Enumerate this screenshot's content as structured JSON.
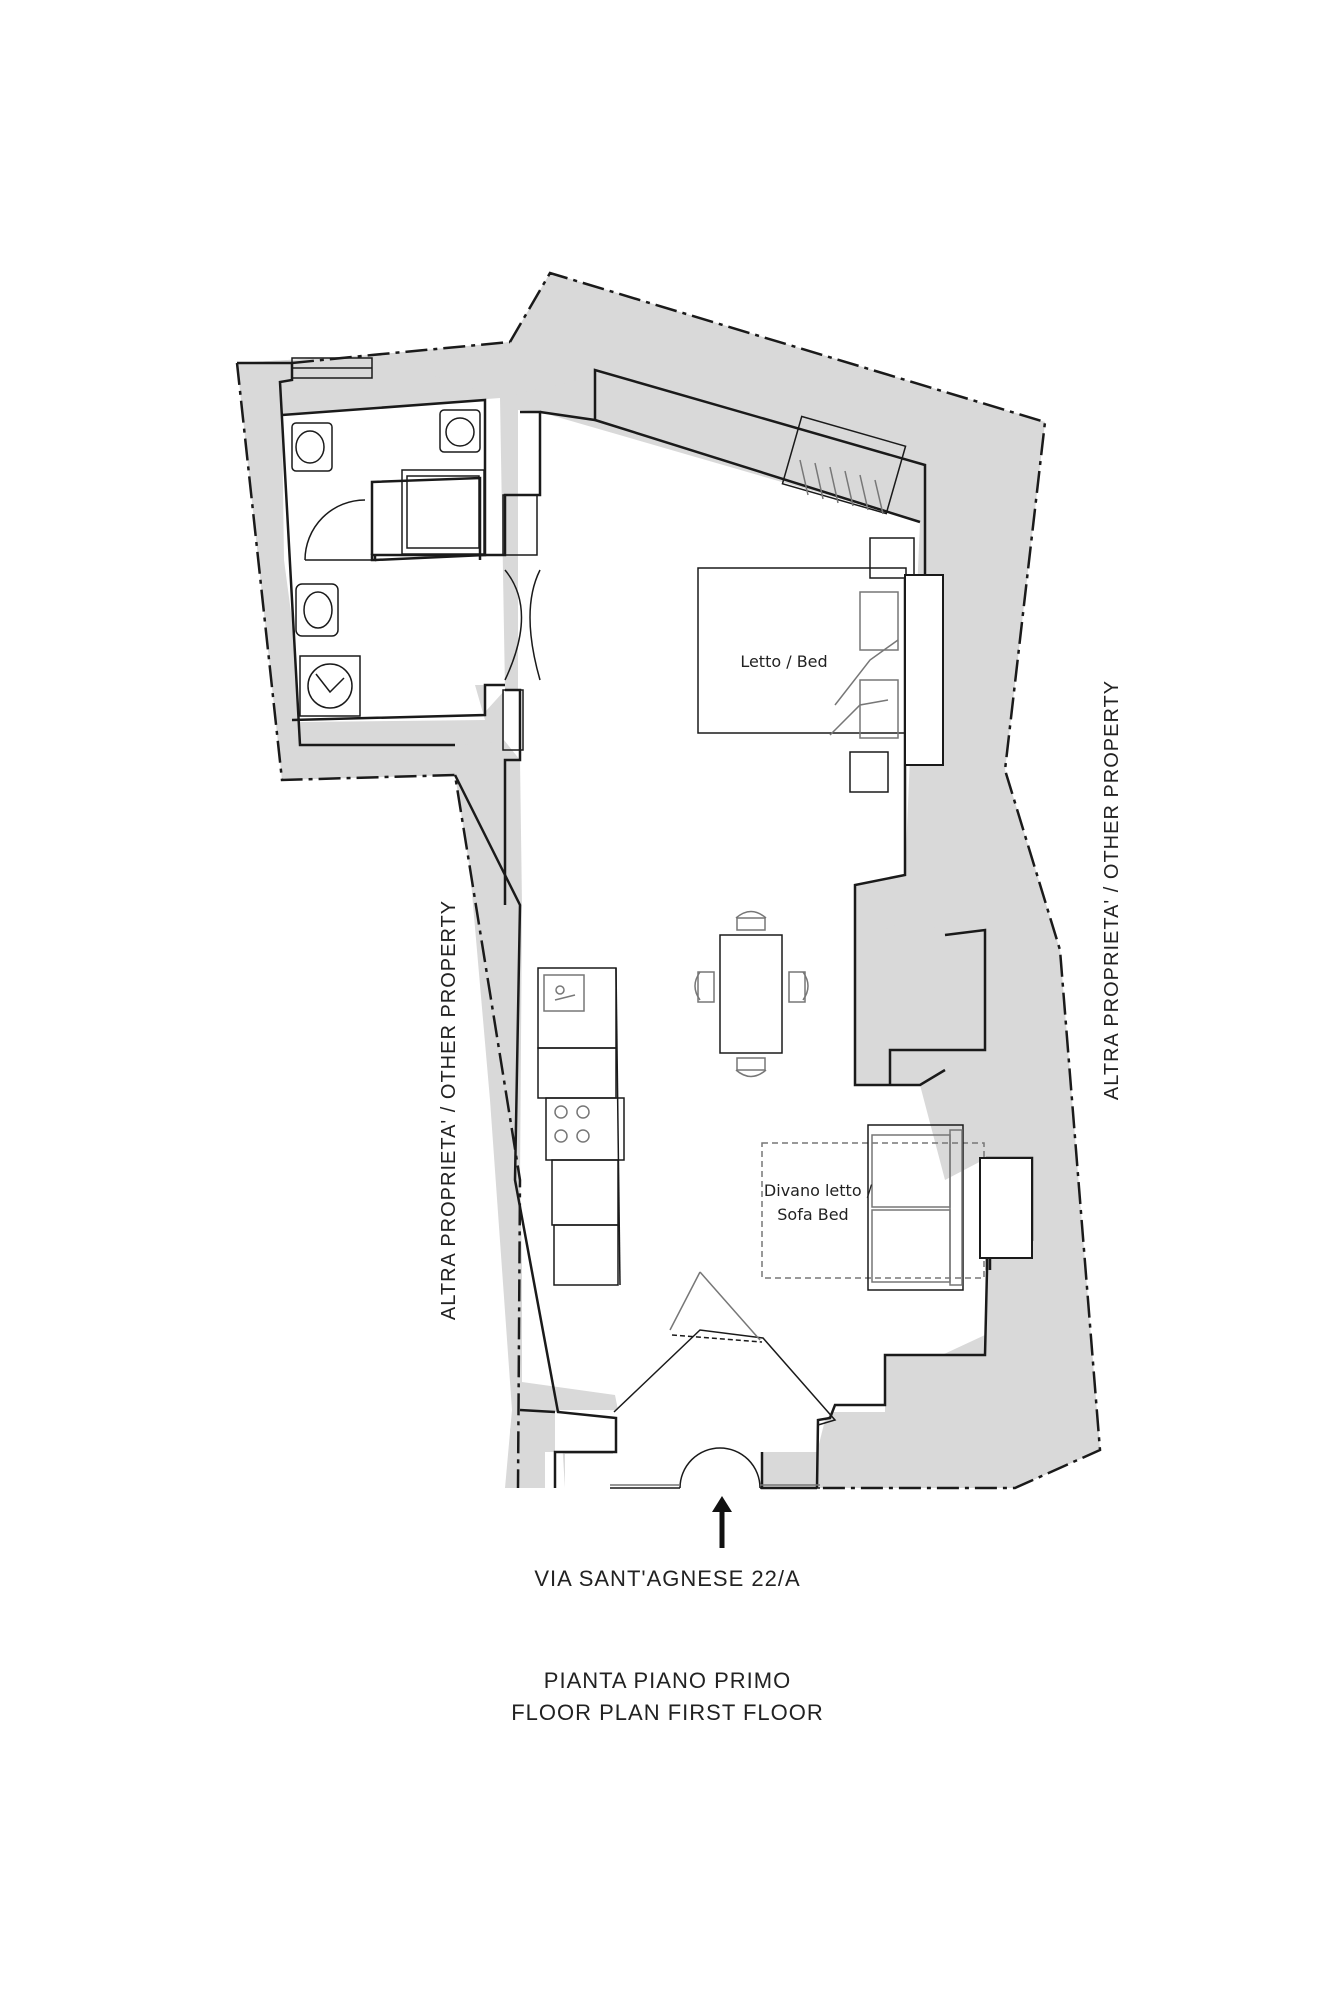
{
  "labels": {
    "bedroom": "Letto / Bed",
    "sofa_line1": "Divano letto /",
    "sofa_line2": "Sofa Bed",
    "left_side": "ALTRA PROPRIETA' / OTHER PROPERTY",
    "right_side": "ALTRA PROPRIETA' / OTHER PROPERTY",
    "address": "VIA SANT'AGNESE 22/A",
    "title_line1": "PIANTA PIANO PRIMO",
    "title_line2": "FLOOR PLAN FIRST FLOOR"
  },
  "colors": {
    "wall_fill": "#d9d9d9",
    "line": "#1a1a1a",
    "furniture_line": "#777777"
  }
}
